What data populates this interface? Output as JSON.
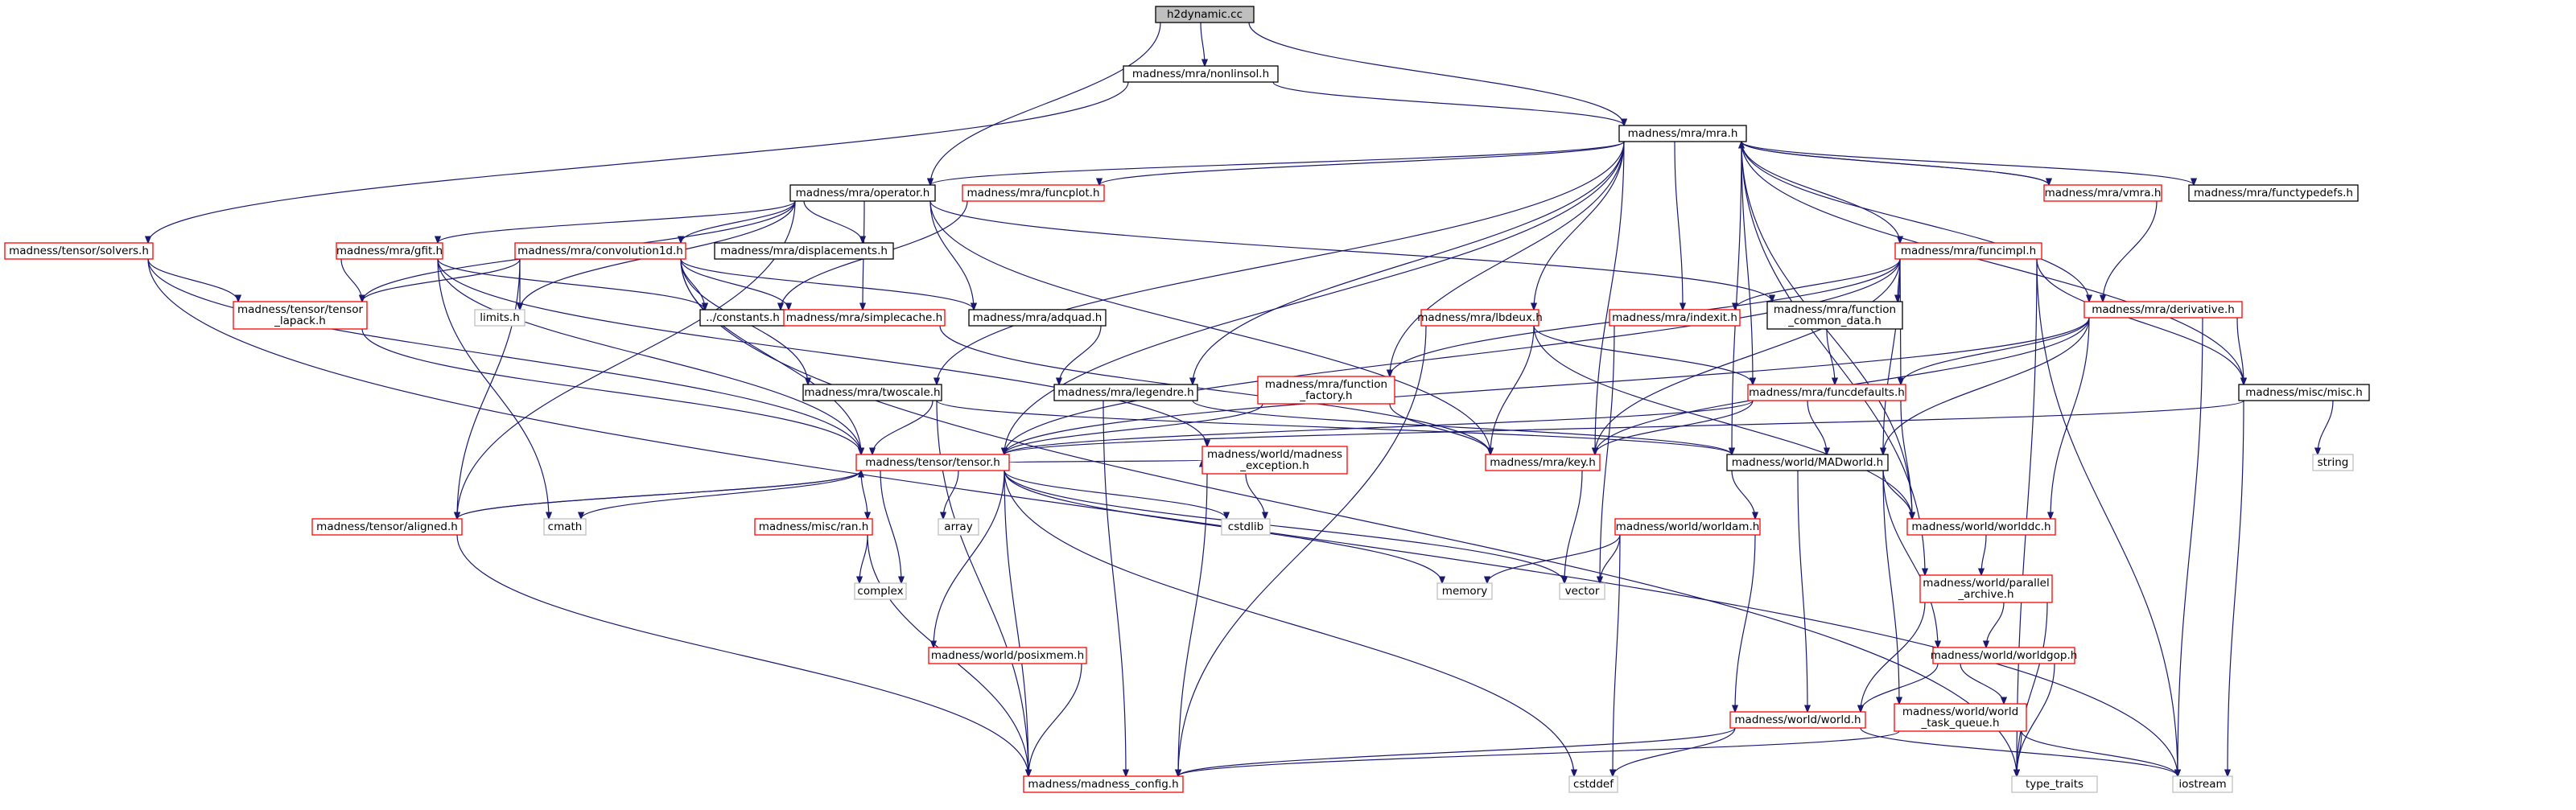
{
  "diagram": {
    "title": "h2dynamic.cc",
    "colors": {
      "edge": "#191970",
      "root_fill": "#bfbfbf",
      "documented_border": "#000000",
      "undocumented_border": "#ff0000",
      "external_border": "#bfbfbf",
      "node_fill": "#ffffff"
    },
    "nodes": [
      {
        "id": "root",
        "lines": [
          "h2dynamic.cc"
        ],
        "kind": "root"
      },
      {
        "id": "nonlinsol",
        "lines": [
          "madness/mra/nonlinsol.h"
        ],
        "kind": "documented"
      },
      {
        "id": "mra",
        "lines": [
          "madness/mra/mra.h"
        ],
        "kind": "documented"
      },
      {
        "id": "solvers",
        "lines": [
          "madness/tensor/solvers.h"
        ],
        "kind": "undocumented"
      },
      {
        "id": "operator",
        "lines": [
          "madness/mra/operator.h"
        ],
        "kind": "documented"
      },
      {
        "id": "funcplot",
        "lines": [
          "madness/mra/funcplot.h"
        ],
        "kind": "undocumented"
      },
      {
        "id": "vmra",
        "lines": [
          "madness/mra/vmra.h"
        ],
        "kind": "undocumented"
      },
      {
        "id": "functypedefs",
        "lines": [
          "madness/mra/functypedefs.h"
        ],
        "kind": "documented"
      },
      {
        "id": "gfit",
        "lines": [
          "madness/mra/gfit.h"
        ],
        "kind": "undocumented"
      },
      {
        "id": "convolution1d",
        "lines": [
          "madness/mra/convolution1d.h"
        ],
        "kind": "undocumented"
      },
      {
        "id": "displacements",
        "lines": [
          "madness/mra/displacements.h"
        ],
        "kind": "documented"
      },
      {
        "id": "funcimpl",
        "lines": [
          "madness/mra/funcimpl.h"
        ],
        "kind": "undocumented"
      },
      {
        "id": "tensorlapack",
        "lines": [
          "madness/tensor/tensor",
          "_lapack.h"
        ],
        "kind": "undocumented"
      },
      {
        "id": "limits",
        "lines": [
          "limits.h"
        ],
        "kind": "external"
      },
      {
        "id": "constants",
        "lines": [
          "../constants.h"
        ],
        "kind": "documented"
      },
      {
        "id": "simplecache",
        "lines": [
          "madness/mra/simplecache.h"
        ],
        "kind": "undocumented"
      },
      {
        "id": "adquad",
        "lines": [
          "madness/mra/adquad.h"
        ],
        "kind": "documented"
      },
      {
        "id": "mraimpl_fbdeux",
        "lines": [
          "madness/mra/lbdeux.h"
        ],
        "kind": "undocumented"
      },
      {
        "id": "indexit",
        "lines": [
          "madness/mra/indexit.h"
        ],
        "kind": "undocumented"
      },
      {
        "id": "function_common",
        "lines": [
          "madness/mra/function",
          "_common_data.h"
        ],
        "kind": "documented"
      },
      {
        "id": "derivative",
        "lines": [
          "madness/mra/derivative.h"
        ],
        "kind": "undocumented"
      },
      {
        "id": "twoscale",
        "lines": [
          "madness/mra/twoscale.h"
        ],
        "kind": "documented"
      },
      {
        "id": "legendre",
        "lines": [
          "madness/mra/legendre.h"
        ],
        "kind": "documented"
      },
      {
        "id": "function_factory",
        "lines": [
          "madness/mra/function",
          "_factory.h"
        ],
        "kind": "undocumented"
      },
      {
        "id": "funcdefaults",
        "lines": [
          "madness/mra/funcdefaults.h"
        ],
        "kind": "undocumented"
      },
      {
        "id": "miscmisc",
        "lines": [
          "madness/misc/misc.h"
        ],
        "kind": "documented"
      },
      {
        "id": "tensor",
        "lines": [
          "madness/tensor/tensor.h"
        ],
        "kind": "undocumented"
      },
      {
        "id": "madexc",
        "lines": [
          "madness/world/madness",
          "_exception.h"
        ],
        "kind": "undocumented"
      },
      {
        "id": "key",
        "lines": [
          "madness/mra/key.h"
        ],
        "kind": "undocumented"
      },
      {
        "id": "madworld",
        "lines": [
          "madness/world/MADworld.h"
        ],
        "kind": "documented"
      },
      {
        "id": "string",
        "lines": [
          "string"
        ],
        "kind": "external"
      },
      {
        "id": "aligned",
        "lines": [
          "madness/tensor/aligned.h"
        ],
        "kind": "undocumented"
      },
      {
        "id": "cmath",
        "lines": [
          "cmath"
        ],
        "kind": "external"
      },
      {
        "id": "ran",
        "lines": [
          "madness/misc/ran.h"
        ],
        "kind": "undocumented"
      },
      {
        "id": "array",
        "lines": [
          "array"
        ],
        "kind": "external"
      },
      {
        "id": "cstdlib",
        "lines": [
          "cstdlib"
        ],
        "kind": "external"
      },
      {
        "id": "worlddc",
        "lines": [
          "madness/world/worlddc.h"
        ],
        "kind": "undocumented"
      },
      {
        "id": "worldam",
        "lines": [
          "madness/world/worldam.h"
        ],
        "kind": "undocumented"
      },
      {
        "id": "complex",
        "lines": [
          "complex"
        ],
        "kind": "external"
      },
      {
        "id": "memory",
        "lines": [
          "memory"
        ],
        "kind": "external"
      },
      {
        "id": "vector",
        "lines": [
          "vector"
        ],
        "kind": "external"
      },
      {
        "id": "parallel_archive",
        "lines": [
          "madness/world/parallel",
          "_archive.h"
        ],
        "kind": "undocumented"
      },
      {
        "id": "worldgop",
        "lines": [
          "madness/world/worldgop.h"
        ],
        "kind": "undocumented"
      },
      {
        "id": "posixmem",
        "lines": [
          "madness/world/posixmem.h"
        ],
        "kind": "undocumented"
      },
      {
        "id": "world",
        "lines": [
          "madness/world/world.h"
        ],
        "kind": "undocumented"
      },
      {
        "id": "task_queue",
        "lines": [
          "madness/world/world",
          "_task_queue.h"
        ],
        "kind": "undocumented"
      },
      {
        "id": "madness_config",
        "lines": [
          "madness/madness_config.h"
        ],
        "kind": "undocumented"
      },
      {
        "id": "cstddef",
        "lines": [
          "cstddef"
        ],
        "kind": "external"
      },
      {
        "id": "type_traits",
        "lines": [
          "type_traits"
        ],
        "kind": "external"
      },
      {
        "id": "iostream",
        "lines": [
          "iostream"
        ],
        "kind": "external"
      }
    ],
    "edges": [
      [
        "root",
        "nonlinsol"
      ],
      [
        "root",
        "mra"
      ],
      [
        "root",
        "operator"
      ],
      [
        "nonlinsol",
        "mra"
      ],
      [
        "nonlinsol",
        "solvers"
      ],
      [
        "mra",
        "operator"
      ],
      [
        "mra",
        "funcplot"
      ],
      [
        "mra",
        "vmra"
      ],
      [
        "mra",
        "functypedefs"
      ],
      [
        "mra",
        "funcimpl"
      ],
      [
        "mra",
        "derivative"
      ],
      [
        "mra",
        "indexit"
      ],
      [
        "mra",
        "mraimpl_fbdeux"
      ],
      [
        "mra",
        "function_factory"
      ],
      [
        "mra",
        "funcdefaults"
      ],
      [
        "mra",
        "legendre"
      ],
      [
        "mra",
        "twoscale"
      ],
      [
        "mra",
        "tensor"
      ],
      [
        "mra",
        "key"
      ],
      [
        "mra",
        "miscmisc"
      ],
      [
        "mra",
        "madworld"
      ],
      [
        "mra",
        "worlddc"
      ],
      [
        "mra",
        "parallel_archive"
      ],
      [
        "vmra",
        "mra"
      ],
      [
        "vmra",
        "derivative"
      ],
      [
        "funcplot",
        "constants"
      ],
      [
        "operator",
        "gfit"
      ],
      [
        "operator",
        "convolution1d"
      ],
      [
        "operator",
        "displacements"
      ],
      [
        "operator",
        "tensorlapack"
      ],
      [
        "operator",
        "limits"
      ],
      [
        "operator",
        "simplecache"
      ],
      [
        "operator",
        "adquad"
      ],
      [
        "operator",
        "aligned"
      ],
      [
        "operator",
        "function_common"
      ],
      [
        "operator",
        "key"
      ],
      [
        "solvers",
        "tensorlapack"
      ],
      [
        "solvers",
        "tensor"
      ],
      [
        "solvers",
        "iostream"
      ],
      [
        "gfit",
        "tensorlapack"
      ],
      [
        "gfit",
        "constants"
      ],
      [
        "gfit",
        "tensor"
      ],
      [
        "gfit",
        "cmath"
      ],
      [
        "gfit",
        "madexc"
      ],
      [
        "convolution1d",
        "constants"
      ],
      [
        "convolution1d",
        "limits"
      ],
      [
        "convolution1d",
        "simplecache"
      ],
      [
        "convolution1d",
        "adquad"
      ],
      [
        "convolution1d",
        "twoscale"
      ],
      [
        "convolution1d",
        "tensor"
      ],
      [
        "convolution1d",
        "aligned"
      ],
      [
        "convolution1d",
        "tensorlapack"
      ],
      [
        "convolution1d",
        "type_traits"
      ],
      [
        "tensorlapack",
        "tensor"
      ],
      [
        "simplecache",
        "key"
      ],
      [
        "adquad",
        "legendre"
      ],
      [
        "twoscale",
        "tensor"
      ],
      [
        "twoscale",
        "madworld"
      ],
      [
        "twoscale",
        "madness_config"
      ],
      [
        "legendre",
        "madness_config"
      ],
      [
        "legendre",
        "madworld"
      ],
      [
        "funcimpl",
        "function_factory"
      ],
      [
        "funcimpl",
        "indexit"
      ],
      [
        "funcimpl",
        "function_common"
      ],
      [
        "funcimpl",
        "funcdefaults"
      ],
      [
        "funcimpl",
        "tensor"
      ],
      [
        "funcimpl",
        "key"
      ],
      [
        "funcimpl",
        "miscmisc"
      ],
      [
        "funcimpl",
        "madworld"
      ],
      [
        "funcimpl",
        "type_traits"
      ],
      [
        "funcimpl",
        "iostream"
      ],
      [
        "mraimpl_fbdeux",
        "funcdefaults"
      ],
      [
        "mraimpl_fbdeux",
        "key"
      ],
      [
        "mraimpl_fbdeux",
        "worlddc"
      ],
      [
        "mraimpl_fbdeux",
        "madness_config"
      ],
      [
        "function_common",
        "funcdefaults"
      ],
      [
        "indexit",
        "vector"
      ],
      [
        "function_factory",
        "tensor"
      ],
      [
        "function_factory",
        "key"
      ],
      [
        "derivative",
        "funcdefaults"
      ],
      [
        "derivative",
        "miscmisc"
      ],
      [
        "derivative",
        "tensor"
      ],
      [
        "derivative",
        "key"
      ],
      [
        "derivative",
        "madworld"
      ],
      [
        "derivative",
        "worlddc"
      ],
      [
        "derivative",
        "iostream"
      ],
      [
        "funcdefaults",
        "tensor"
      ],
      [
        "funcdefaults",
        "madworld"
      ],
      [
        "funcdefaults",
        "worlddc"
      ],
      [
        "funcdefaults",
        "key"
      ],
      [
        "miscmisc",
        "string"
      ],
      [
        "miscmisc",
        "iostream"
      ],
      [
        "miscmisc",
        "tensor"
      ],
      [
        "key",
        "vector"
      ],
      [
        "tensor",
        "aligned"
      ],
      [
        "tensor",
        "cmath"
      ],
      [
        "tensor",
        "ran"
      ],
      [
        "tensor",
        "array"
      ],
      [
        "tensor",
        "cstdlib"
      ],
      [
        "tensor",
        "complex"
      ],
      [
        "tensor",
        "memory"
      ],
      [
        "tensor",
        "vector"
      ],
      [
        "tensor",
        "posixmem"
      ],
      [
        "tensor",
        "madness_config"
      ],
      [
        "tensor",
        "cstddef"
      ],
      [
        "tensor",
        "madexc"
      ],
      [
        "aligned",
        "tensor"
      ],
      [
        "aligned",
        "madness_config"
      ],
      [
        "ran",
        "complex"
      ],
      [
        "ran",
        "madness_config"
      ],
      [
        "madexc",
        "cstdlib"
      ],
      [
        "madexc",
        "madness_config"
      ],
      [
        "madworld",
        "worldam"
      ],
      [
        "madworld",
        "worlddc"
      ],
      [
        "madworld",
        "world"
      ],
      [
        "madworld",
        "worldgop"
      ],
      [
        "madworld",
        "task_queue"
      ],
      [
        "worldam",
        "memory"
      ],
      [
        "worldam",
        "vector"
      ],
      [
        "worldam",
        "world"
      ],
      [
        "worldam",
        "cstddef"
      ],
      [
        "worlddc",
        "parallel_archive"
      ],
      [
        "parallel_archive",
        "worldgop"
      ],
      [
        "parallel_archive",
        "world"
      ],
      [
        "parallel_archive",
        "type_traits"
      ],
      [
        "worldgop",
        "task_queue"
      ],
      [
        "worldgop",
        "world"
      ],
      [
        "worldgop",
        "type_traits"
      ],
      [
        "world",
        "madness_config"
      ],
      [
        "world",
        "cstddef"
      ],
      [
        "world",
        "iostream"
      ],
      [
        "task_queue",
        "type_traits"
      ],
      [
        "task_queue",
        "iostream"
      ],
      [
        "task_queue",
        "madness_config"
      ],
      [
        "posixmem",
        "madness_config"
      ]
    ]
  }
}
